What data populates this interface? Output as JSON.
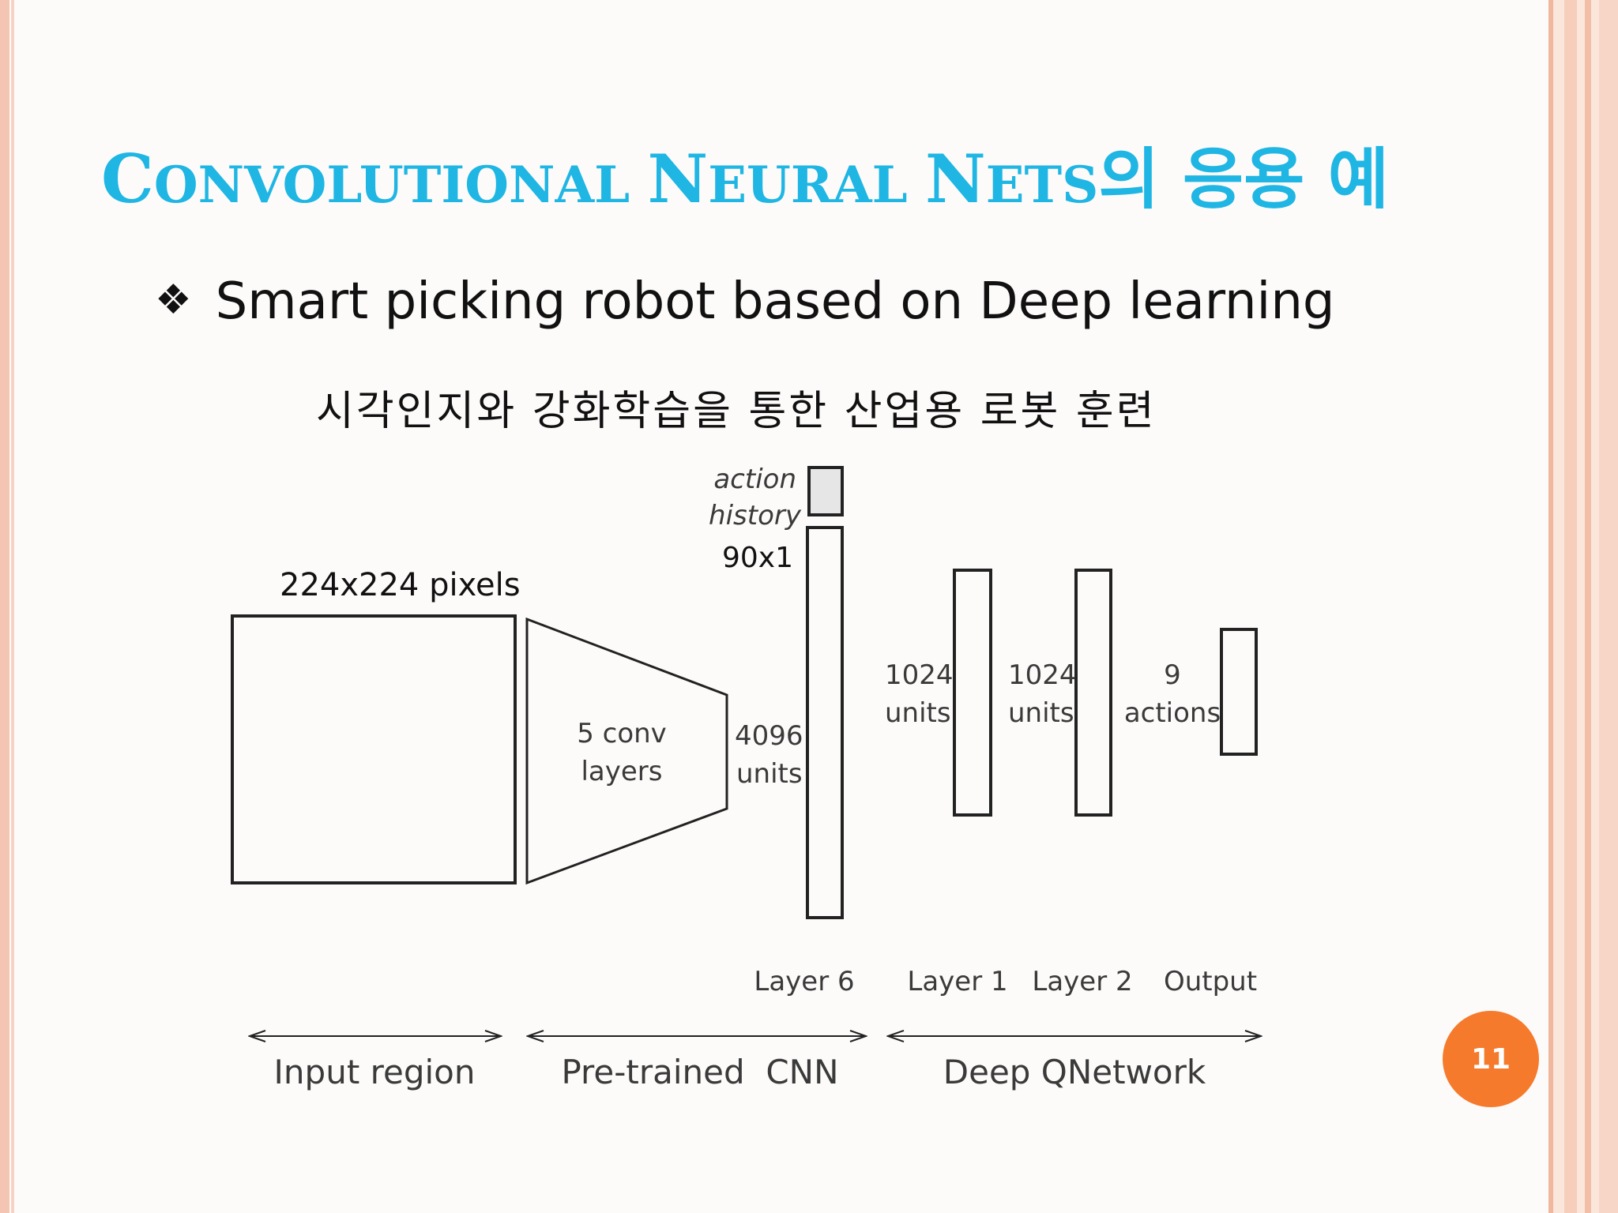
{
  "slide": {
    "title_parts": [
      {
        "text": "C",
        "size": "big"
      },
      {
        "text": "ONVOLUTIONAL ",
        "size": "small"
      },
      {
        "text": "N",
        "size": "big"
      },
      {
        "text": "EURAL ",
        "size": "small"
      },
      {
        "text": "N",
        "size": "big"
      },
      {
        "text": "ETS",
        "size": "small"
      },
      {
        "text": "의 응용 예",
        "size": "big"
      }
    ],
    "bullet_symbol": "❖",
    "bullet_text": "Smart picking robot based on Deep learning",
    "korean_subtitle": "시각인지와 강화학습을 통한 산업용 로봇 훈련",
    "page_number": "11",
    "title_color": "#1fb6e4",
    "badge_color": "#f57a2c"
  },
  "diagram": {
    "input_size_label": "224x224 pixels",
    "conv_label": [
      "5 conv",
      "layers"
    ],
    "layer6_units": [
      "4096",
      "units"
    ],
    "action_history": [
      "action",
      "history"
    ],
    "action_dim": "90x1",
    "layer1_units": [
      "1024",
      "units"
    ],
    "layer2_units": [
      "1024",
      "units"
    ],
    "output_units": [
      "9",
      "actions"
    ],
    "layer_names": {
      "layer6": "Layer 6",
      "layer1": "Layer 1",
      "layer2": "Layer 2",
      "output": "Output"
    },
    "regions": {
      "input": "Input region",
      "cnn": "Pre-trained  CNN",
      "dqn": "Deep QNetwork"
    }
  }
}
